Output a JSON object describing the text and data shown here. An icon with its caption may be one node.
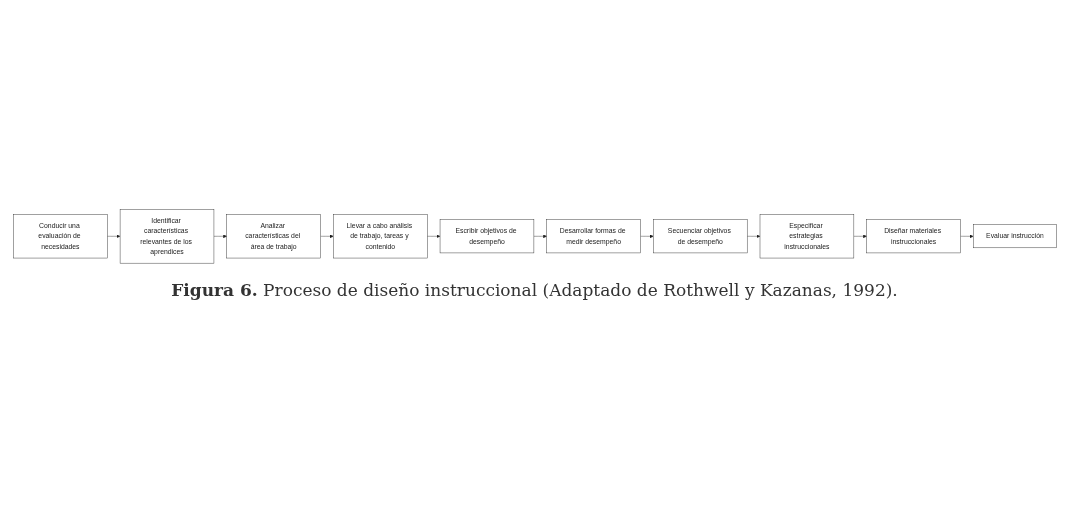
{
  "diagram": {
    "caption": "**Figura 6.** Proceso de diseño instruccional (Adaptado de Rothwell y Kazanas, 1992).",
    "nodes": [
      {
        "text": [
          "Conducir una evaluación de necesidades"
        ]
      },
      {
        "text": [
          "Identificar características relevantes de los aprendices"
        ]
      },
      {
        "text": [
          "Analizar características del área de trabajo"
        ]
      },
      {
        "text": [
          "Llevar a cabo análisis de trabajo, tareas y contenido"
        ]
      },
      {
        "text": [
          "Escribir objetivos de desempeño"
        ]
      },
      {
        "text": [
          "Desarrollar formas de medir desempeño"
        ]
      },
      {
        "text": [
          "Secuenciar objetivos de desempeño"
        ]
      },
      {
        "text": [
          "Especificar estrategias instruccionales"
        ]
      },
      {
        "text": [
          "Diseñar materiales instruccionales"
        ]
      },
      {
        "text": [
          "Evaluar instrucción"
        ]
      }
    ],
    "edges": [
      {
        "from": 0,
        "to": 1,
        "arrow": "to"
      },
      {
        "from": 1,
        "to": 2,
        "arrow": "to"
      },
      {
        "from": 2,
        "to": 3,
        "arrow": "to"
      },
      {
        "from": 3,
        "to": 4,
        "arrow": "to"
      },
      {
        "from": 4,
        "to": 5,
        "arrow": "to"
      },
      {
        "from": 5,
        "to": 6,
        "arrow": "to"
      },
      {
        "from": 6,
        "to": 7,
        "arrow": "to"
      },
      {
        "from": 7,
        "to": 8,
        "arrow": "to"
      },
      {
        "from": 8,
        "to": 9,
        "arrow": "to"
      }
    ]
  }
}
